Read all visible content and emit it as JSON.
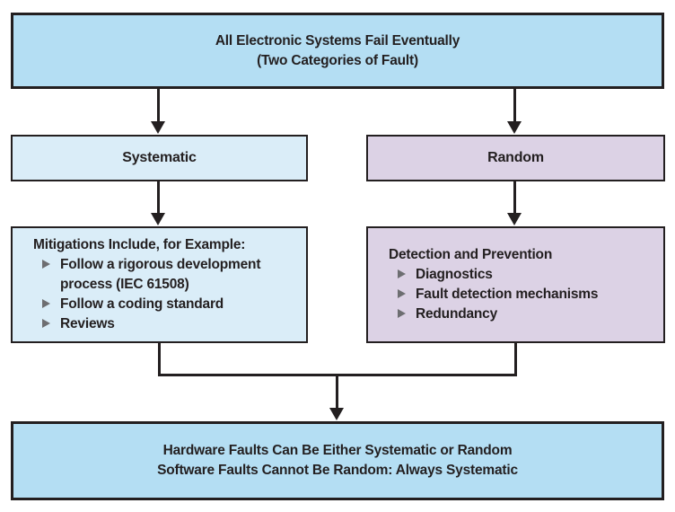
{
  "diagram": {
    "title_box": {
      "lines": [
        "All Electronic Systems Fail Eventually",
        "(Two Categories of Fault)"
      ]
    },
    "branches": {
      "systematic_label": "Systematic",
      "random_label": "Random"
    },
    "mitigations_box": {
      "heading": "Mitigations Include, for Example:",
      "items": [
        "Follow a rigorous development process (IEC 61508)",
        "Follow a coding standard",
        "Reviews"
      ]
    },
    "detection_box": {
      "heading": "Detection and Prevention",
      "items": [
        "Diagnostics",
        "Fault detection mechanisms",
        "Redundancy"
      ]
    },
    "conclusion_box": {
      "lines": [
        "Hardware Faults Can Be Either Systematic or Random",
        "Software Faults Cannot Be Random: Always Systematic"
      ]
    },
    "colors": {
      "top_bottom_fill": "#b4def3",
      "systematic_fill": "#daedf8",
      "random_fill": "#dcd2e5",
      "ink": "#231f20",
      "bullet": "#6d6e71"
    }
  }
}
